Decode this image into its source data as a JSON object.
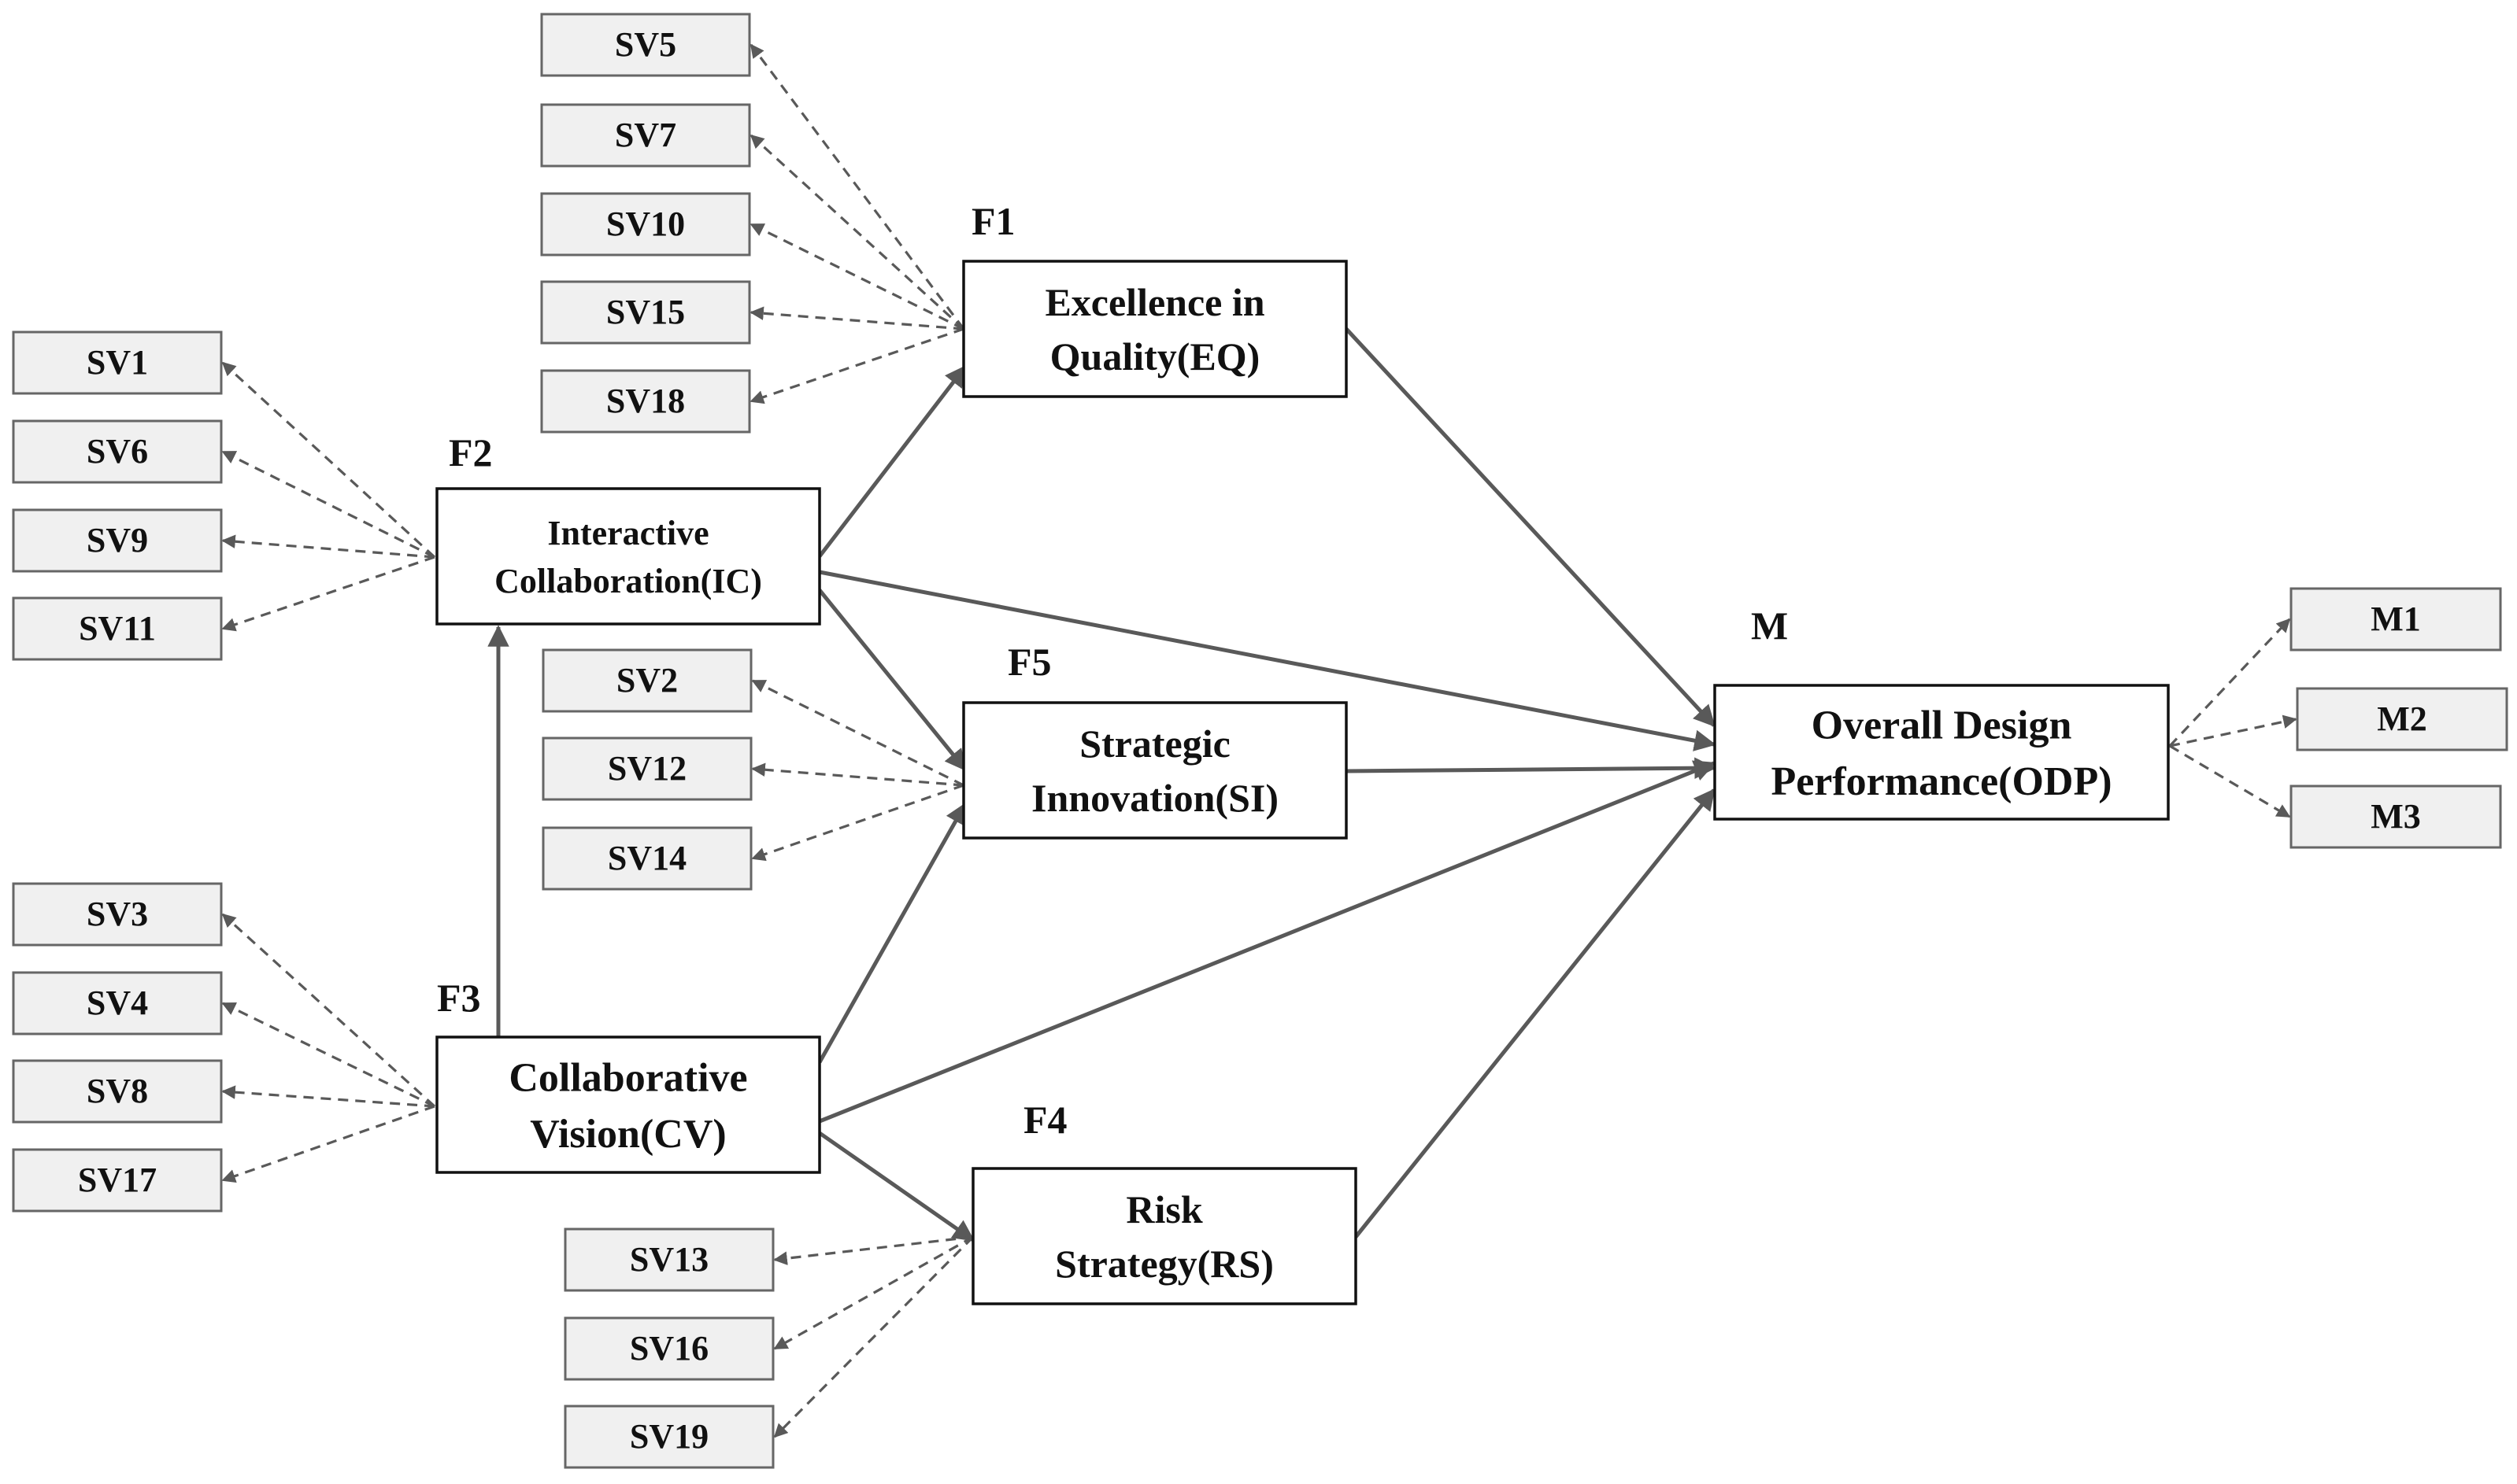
{
  "factors": [
    {
      "id": "EQ",
      "tag": "F1",
      "lines": [
        "Excellence in",
        "Quality(EQ)"
      ]
    },
    {
      "id": "IC",
      "tag": "F2",
      "lines": [
        "Interactive",
        "Collaboration(IC)"
      ]
    },
    {
      "id": "CV",
      "tag": "F3",
      "lines": [
        "Collaborative",
        "Vision(CV)"
      ]
    },
    {
      "id": "RS",
      "tag": "F4",
      "lines": [
        "Risk",
        "Strategy(RS)"
      ]
    },
    {
      "id": "SI",
      "tag": "F5",
      "lines": [
        "Strategic",
        "Innovation(SI)"
      ]
    },
    {
      "id": "ODP",
      "tag": "M",
      "lines": [
        "Overall Design",
        "Performance(ODP)"
      ]
    }
  ],
  "indicators": [
    {
      "id": "SV5",
      "label": "SV5",
      "factor": "EQ"
    },
    {
      "id": "SV7",
      "label": "SV7",
      "factor": "EQ"
    },
    {
      "id": "SV10",
      "label": "SV10",
      "factor": "EQ"
    },
    {
      "id": "SV15",
      "label": "SV15",
      "factor": "EQ"
    },
    {
      "id": "SV18",
      "label": "SV18",
      "factor": "EQ"
    },
    {
      "id": "SV1",
      "label": "SV1",
      "factor": "IC"
    },
    {
      "id": "SV6",
      "label": "SV6",
      "factor": "IC"
    },
    {
      "id": "SV9",
      "label": "SV9",
      "factor": "IC"
    },
    {
      "id": "SV11",
      "label": "SV11",
      "factor": "IC"
    },
    {
      "id": "SV2",
      "label": "SV2",
      "factor": "SI"
    },
    {
      "id": "SV12",
      "label": "SV12",
      "factor": "SI"
    },
    {
      "id": "SV14",
      "label": "SV14",
      "factor": "SI"
    },
    {
      "id": "SV3",
      "label": "SV3",
      "factor": "CV"
    },
    {
      "id": "SV4",
      "label": "SV4",
      "factor": "CV"
    },
    {
      "id": "SV8",
      "label": "SV8",
      "factor": "CV"
    },
    {
      "id": "SV17",
      "label": "SV17",
      "factor": "CV"
    },
    {
      "id": "SV13",
      "label": "SV13",
      "factor": "RS"
    },
    {
      "id": "SV16",
      "label": "SV16",
      "factor": "RS"
    },
    {
      "id": "SV19",
      "label": "SV19",
      "factor": "RS"
    },
    {
      "id": "M1",
      "label": "M1",
      "factor": "ODP"
    },
    {
      "id": "M2",
      "label": "M2",
      "factor": "ODP"
    },
    {
      "id": "M3",
      "label": "M3",
      "factor": "ODP"
    }
  ],
  "paths": [
    {
      "from": "IC",
      "to": "EQ"
    },
    {
      "from": "IC",
      "to": "SI"
    },
    {
      "from": "IC",
      "to": "ODP"
    },
    {
      "from": "CV",
      "to": "IC"
    },
    {
      "from": "CV",
      "to": "SI"
    },
    {
      "from": "CV",
      "to": "ODP"
    },
    {
      "from": "CV",
      "to": "RS"
    },
    {
      "from": "EQ",
      "to": "ODP"
    },
    {
      "from": "SI",
      "to": "ODP"
    },
    {
      "from": "RS",
      "to": "ODP"
    }
  ],
  "colors": {
    "indicator_fill": "#f0f0f0",
    "indicator_border": "#666666",
    "factor_border": "#111111",
    "arrow": "#595959",
    "text": "#111111"
  }
}
